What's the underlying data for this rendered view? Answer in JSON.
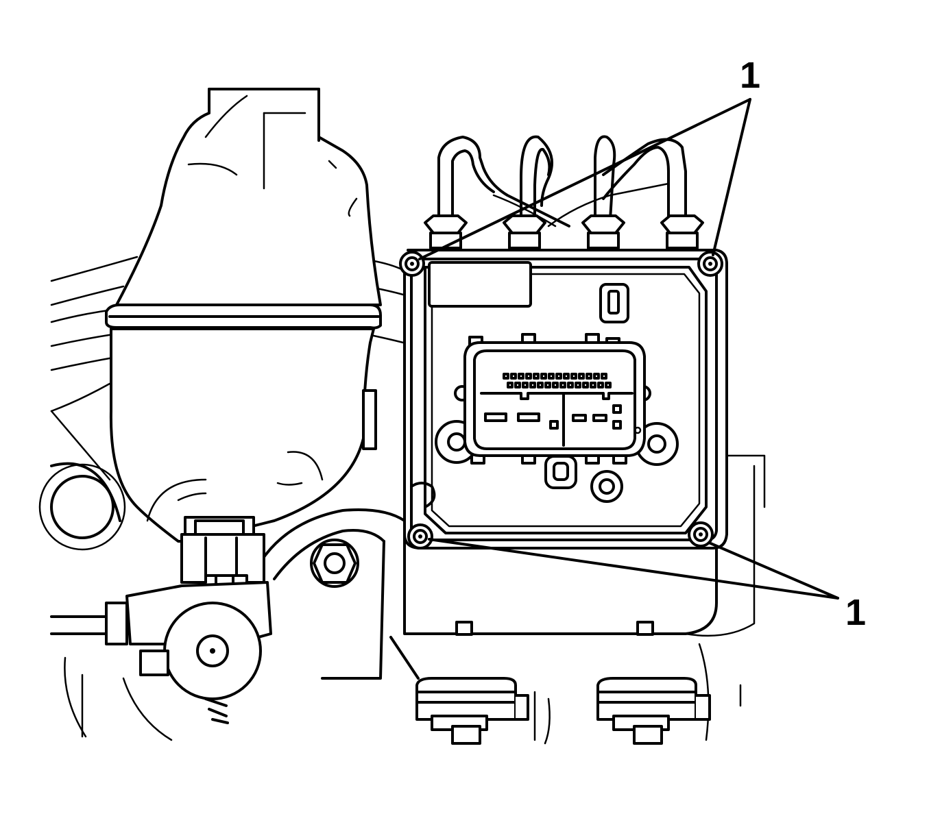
{
  "diagram": {
    "callouts": [
      {
        "label": "1",
        "target": "upper-screws"
      },
      {
        "label": "1",
        "target": "lower-screws"
      }
    ],
    "colors": {
      "line": "#000000",
      "background": "#ffffff"
    }
  }
}
